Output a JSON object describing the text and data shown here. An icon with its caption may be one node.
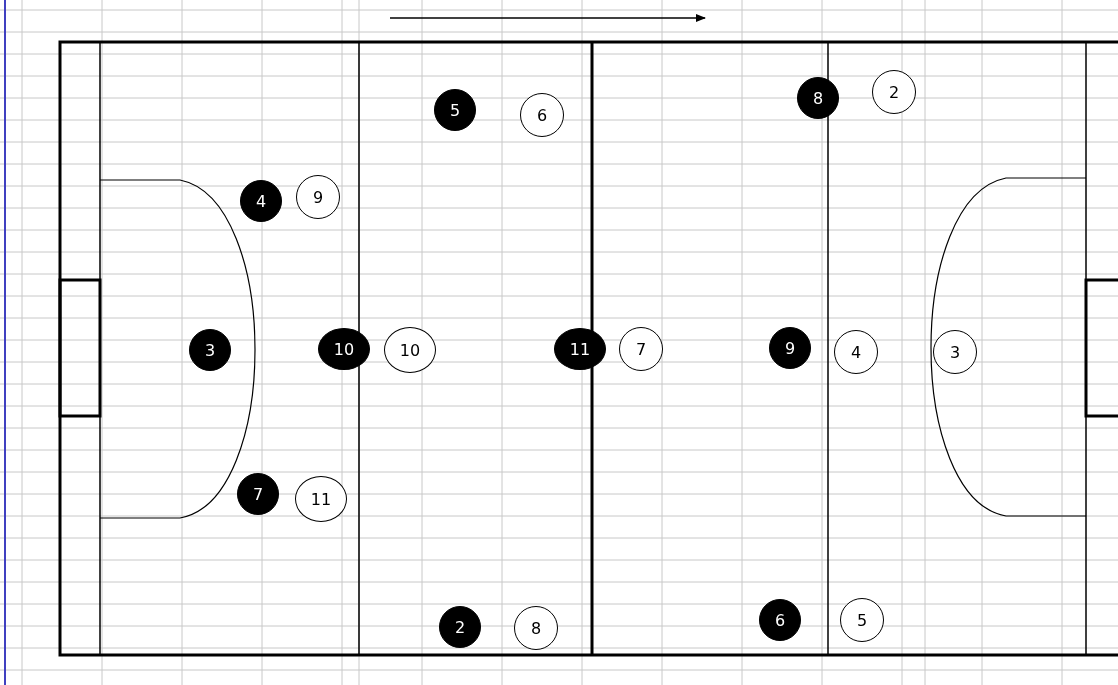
{
  "diagram": {
    "nodes": [
      {
        "text": [
          "5"
        ]
      },
      {
        "text": [
          "6"
        ]
      },
      {
        "text": [
          "8"
        ]
      },
      {
        "text": [
          "2"
        ]
      },
      {
        "text": [
          "4"
        ]
      },
      {
        "text": [
          "9"
        ]
      },
      {
        "text": [
          "3"
        ]
      },
      {
        "text": [
          "10"
        ]
      },
      {
        "text": [
          "10"
        ]
      },
      {
        "text": [
          "11"
        ]
      },
      {
        "text": [
          "7"
        ]
      },
      {
        "text": [
          "9"
        ]
      },
      {
        "text": [
          "4"
        ]
      },
      {
        "text": [
          "3"
        ]
      },
      {
        "text": [
          "7"
        ]
      },
      {
        "text": [
          "11"
        ]
      },
      {
        "text": [
          "2"
        ]
      },
      {
        "text": [
          "8"
        ]
      },
      {
        "text": [
          "6"
        ]
      },
      {
        "text": [
          "5"
        ]
      }
    ]
  }
}
